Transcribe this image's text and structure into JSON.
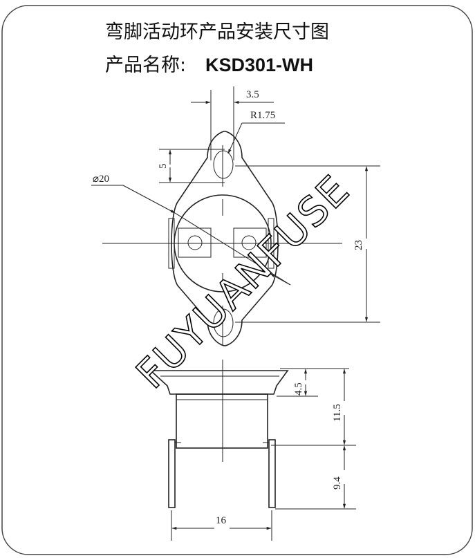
{
  "title": "弯脚活动环产品安装尺寸图",
  "product_label": "产品名称:",
  "product_code": "KSD301-WH",
  "watermark": "FUYUANFUSE",
  "dimensions": {
    "hole_spacing": "3.5",
    "hole_radius": "R1.75",
    "hole_height": "5",
    "diameter": "⌀20",
    "mount_spacing": "23",
    "flange_height": "4.5",
    "body_height": "11.5",
    "terminal_length": "9.4",
    "terminal_width": "16"
  }
}
